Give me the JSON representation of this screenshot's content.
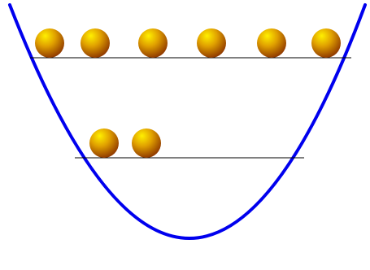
{
  "diagram": {
    "curve_shape": "parabolic potential well",
    "colors": {
      "background": "#ffffff",
      "curve": "#0000ee",
      "level_line": "#000000",
      "ball_highlight": "#fff000",
      "ball_mid": "#e0a000",
      "ball_shade": "#8a3200"
    },
    "levels": [
      {
        "level": 1,
        "ball_count": 2
      },
      {
        "level": 2,
        "ball_count": 6
      }
    ]
  }
}
